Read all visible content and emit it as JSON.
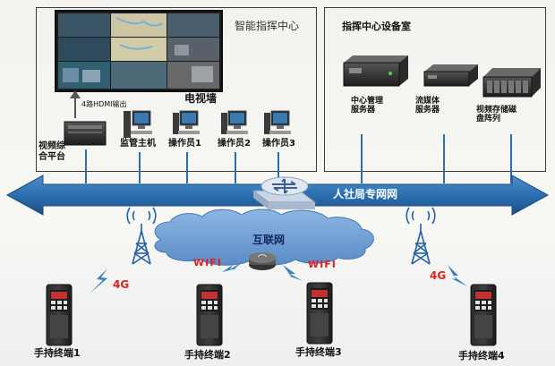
{
  "command_center": {
    "title": "智能指挥中心",
    "video_wall": "电视墙",
    "hdmi_output": "4路HDMI输出",
    "video_platform": "视频综\n合平台",
    "monitor_host": "监管主机",
    "operators": [
      "操作员1",
      "操作员2",
      "操作员3"
    ]
  },
  "equipment_room": {
    "title": "指挥中心设备室",
    "servers": [
      "中心管理\n服务器",
      "流媒体\n服务器",
      "视频存储磁\n盘阵列"
    ]
  },
  "network": {
    "private_net": "人社局专网网",
    "internet": "互联网",
    "wifi_left": "WIFI",
    "wifi_right": "WIFI",
    "g4_left": "4G",
    "g4_right": "4G"
  },
  "terminals": [
    "手持终端1",
    "手持终端2",
    "手持终端3",
    "手持终端4"
  ],
  "colors": {
    "arrow": "#2a6fb0",
    "arrow_dark": "#1d4f86",
    "cloud": "#6f9fd6",
    "signal": "#3b7fc2",
    "text_red": "#e02020"
  }
}
